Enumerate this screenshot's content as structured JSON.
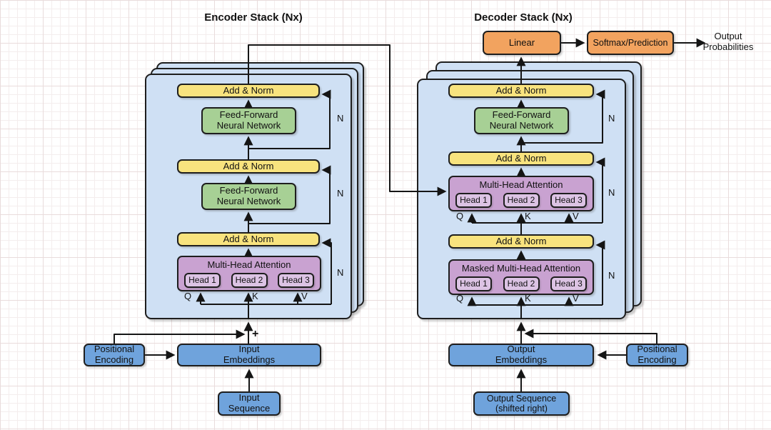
{
  "encoder": {
    "title": "Encoder Stack (Nx)",
    "sublayers": {
      "add_norm": "Add & Norm",
      "feed_forward": "Feed-Forward\nNeural Network",
      "attention_title": "Multi-Head Attention",
      "heads": [
        "Head 1",
        "Head 2",
        "Head 3"
      ],
      "q": "Q",
      "k": "K",
      "v": "V",
      "n_badge": "N"
    },
    "input": {
      "plus_sign": "+",
      "positional_encoding": "Positional\nEncoding",
      "embeddings": "Input\nEmbeddings",
      "sequence": "Input\nSequence"
    }
  },
  "decoder": {
    "title": "Decoder Stack (Nx)",
    "sublayers": {
      "add_norm": "Add & Norm",
      "feed_forward": "Feed-Forward\nNeural Network",
      "attention_title": "Multi-Head Attention",
      "masked_attention_title": "Masked Multi-Head Attention",
      "heads": [
        "Head 1",
        "Head 2",
        "Head 3"
      ],
      "q": "Q",
      "k": "K",
      "v": "V",
      "n_badge": "N"
    },
    "output": {
      "linear": "Linear",
      "softmax": "Softmax/Prediction",
      "probabilities": "Output\nProbabilities",
      "positional_encoding": "Positional\nEncoding",
      "embeddings": "Output\nEmbeddings",
      "sequence": "Output Sequence\n(shifted right)"
    }
  },
  "colors": {
    "panel_blue": "#cfe0f4",
    "io_blue": "#6fa3dc",
    "add_norm_yellow": "#f8e37e",
    "feed_forward_green": "#a7d095",
    "attention_purple": "#c9a2d1",
    "head_purple": "#dcc3e4",
    "output_orange": "#f2a35f",
    "wire_black": "#151515"
  }
}
